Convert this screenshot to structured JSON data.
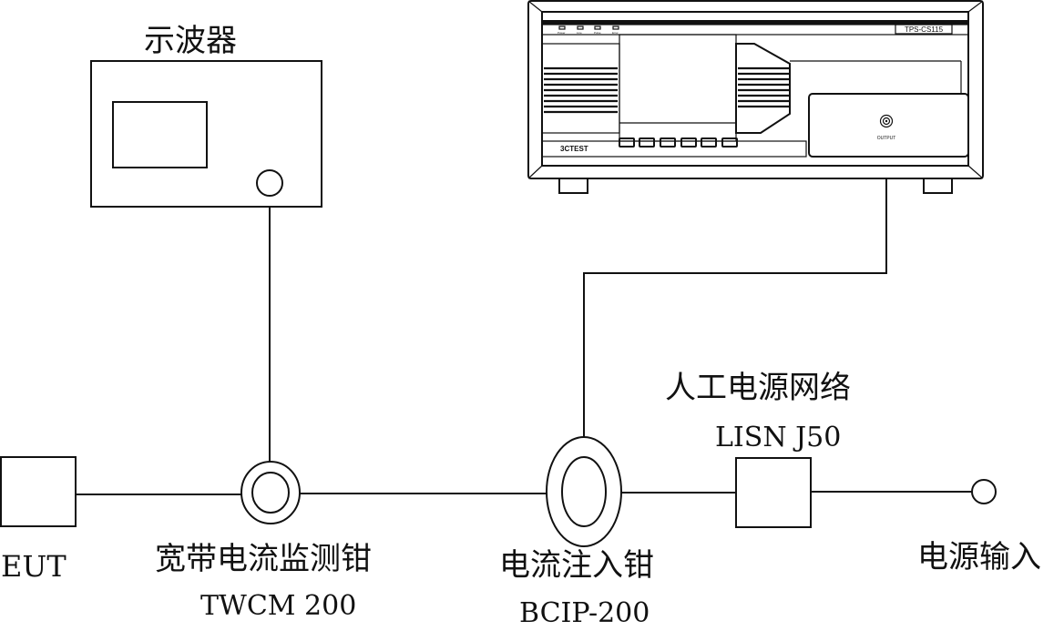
{
  "oscilloscope": {
    "label": "示波器"
  },
  "generator": {
    "model": "TPS-CS115",
    "brand": "3CTEST",
    "output_label": "OUTPUT",
    "leds": [
      "Power",
      "Line",
      "Pulse",
      "Error"
    ]
  },
  "eut": {
    "label": "EUT"
  },
  "monitor_clamp": {
    "label": "宽带电流监测钳",
    "model": "TWCM 200"
  },
  "injection_clamp": {
    "label": "电流注入钳",
    "model": "BCIP-200"
  },
  "lisn": {
    "label": "人工电源网络",
    "model": "LISN J50"
  },
  "power_input": {
    "label": "电源输入"
  }
}
